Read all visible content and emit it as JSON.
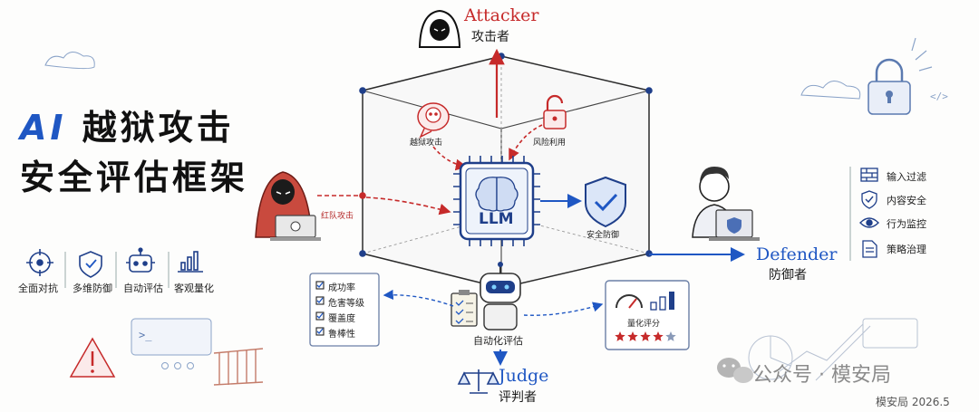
{
  "title": {
    "prefix": "AI",
    "line1": "越狱攻击",
    "line2": "安全评估框架"
  },
  "attacker": {
    "en": "Attacker",
    "zh": "攻击者"
  },
  "defender": {
    "en": "Defender",
    "zh": "防御者"
  },
  "judge": {
    "en": "Judge",
    "zh": "评判者"
  },
  "core": {
    "label": "LLM"
  },
  "cube_labels": {
    "jailbreak": "越狱攻击",
    "risk": "风险利用",
    "redteam": "红队攻击",
    "safety": "安全防御",
    "auto_eval": "自动化评估",
    "quant_score": "量化评分"
  },
  "features": [
    {
      "icon": "crosshair-icon",
      "label": "全面对抗"
    },
    {
      "icon": "shield-check-icon",
      "label": "多维防御"
    },
    {
      "icon": "robot-icon",
      "label": "自动评估"
    },
    {
      "icon": "bar-chart-icon",
      "label": "客观量化"
    }
  ],
  "metrics": [
    "成功率",
    "危害等级",
    "覆盖度",
    "鲁棒性"
  ],
  "defense_list": [
    {
      "icon": "firewall-icon",
      "label": "输入过滤"
    },
    {
      "icon": "shield-check-icon",
      "label": "内容安全"
    },
    {
      "icon": "eye-icon",
      "label": "行为监控"
    },
    {
      "icon": "document-icon",
      "label": "策略治理"
    }
  ],
  "score": {
    "stars_filled": 4,
    "stars_total": 5
  },
  "watermark": "公众号 · 模安局",
  "footer": "模安局  2026.5",
  "colors": {
    "attack": "#c62a2a",
    "defense": "#1f57c3",
    "ink": "#1a1a1a"
  }
}
